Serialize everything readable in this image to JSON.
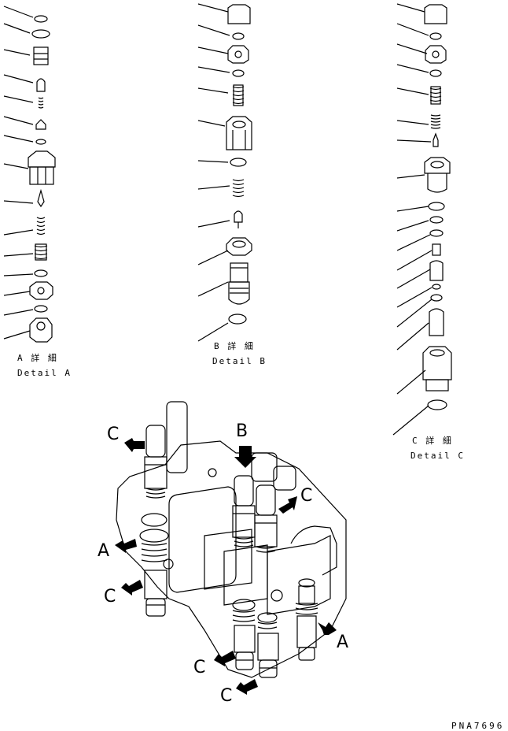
{
  "details": {
    "a": {
      "title_jp": "A 詳 細",
      "title_en": "Detail A"
    },
    "b": {
      "title_jp": "B 詳 細",
      "title_en": "Detail B"
    },
    "c": {
      "title_jp": "C 詳 細",
      "title_en": "Detail C"
    }
  },
  "callouts": {
    "c1": "C",
    "b1": "B",
    "c2": "C",
    "a1": "A",
    "c3": "C",
    "a2": "A",
    "c4": "C",
    "c5": "C"
  },
  "drawing_code": "PNA7696"
}
